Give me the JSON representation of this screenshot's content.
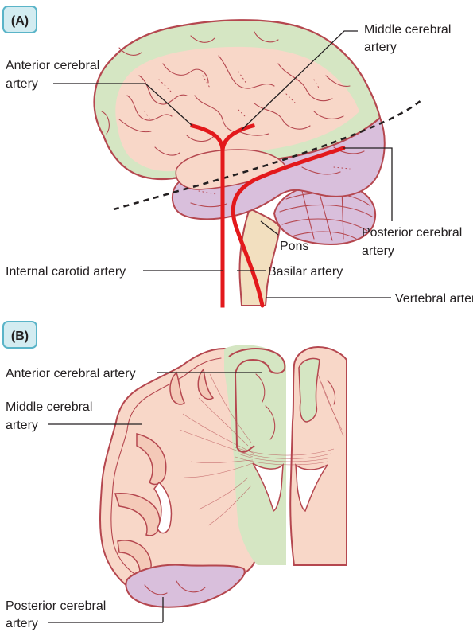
{
  "panel_a": {
    "badge": "(A)",
    "labels": {
      "aca_line1": "Anterior cerebral",
      "aca_line2": "artery",
      "mca_line1": "Middle cerebral",
      "mca_line2": "artery",
      "pca_line1": "Posterior cerebral",
      "pca_line2": "artery",
      "pons": "Pons",
      "internal_carotid": "Internal carotid artery",
      "basilar": "Basilar artery",
      "vertebral": "Vertebral artery"
    }
  },
  "panel_b": {
    "badge": "(B)",
    "labels": {
      "aca": "Anterior cerebral artery",
      "mca_line1": "Middle cerebral",
      "mca_line2": "artery",
      "pca_line1": "Posterior cerebral",
      "pca_line2": "artery"
    }
  },
  "colors": {
    "aca_territory": "#d5e6c3",
    "mca_territory": "#f8d7c8",
    "pca_territory": "#d9bfdc",
    "outline": "#b5474f",
    "artery": "#e3191c",
    "brainstem": "#f2dfbf",
    "badge_fill": "#d3ecf1",
    "badge_border": "#5ab4c8"
  }
}
